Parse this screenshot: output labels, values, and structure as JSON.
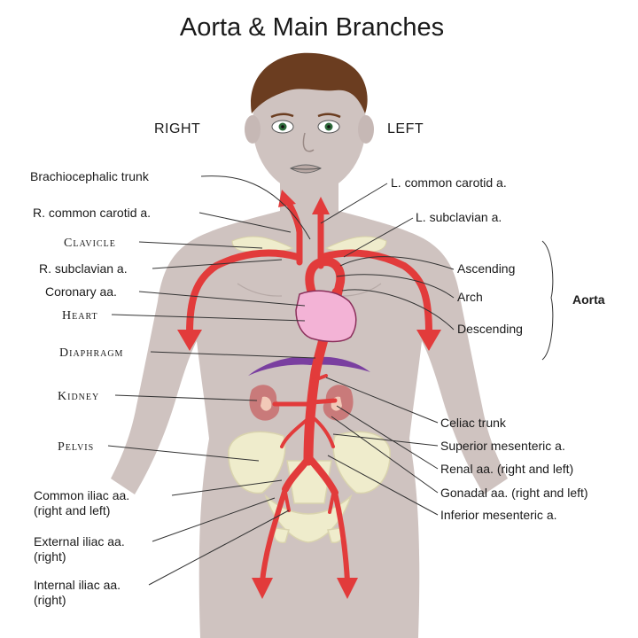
{
  "title": "Aorta & Main Branches",
  "sides": {
    "right": "RIGHT",
    "left": "LEFT"
  },
  "labels_left": {
    "brachiocephalic": "Brachiocephalic  trunk",
    "r_common_carotid": "R. common carotid a.",
    "clavicle": "Clavicle",
    "r_subclavian": "R. subclavian a.",
    "coronary": "Coronary aa.",
    "heart": "Heart",
    "diaphragm": "Diaphragm",
    "kidney": "Kidney",
    "pelvis": "Pelvis",
    "common_iliac_1": "Common iliac aa.",
    "common_iliac_2": "(right and left)",
    "external_iliac_1": "External iliac aa.",
    "external_iliac_2": "(right)",
    "internal_iliac_1": "Internal iliac aa.",
    "internal_iliac_2": "(right)"
  },
  "labels_right": {
    "l_common_carotid": "L. common carotid a.",
    "l_subclavian": "L. subclavian a.",
    "ascending": "Ascending",
    "arch": "Arch",
    "descending": "Descending",
    "aorta": "Aorta",
    "celiac": "Celiac trunk",
    "superior_mesenteric": "Superior mesenteric a.",
    "renal": "Renal aa. (right and left)",
    "gonadal": "Gonadal aa. (right and left)",
    "inferior_mesenteric": "Inferior mesenteric a."
  },
  "colors": {
    "skin": "#cfc3c0",
    "hair": "#6b3d20",
    "artery": "#e23b3b",
    "heart": "#f3b3d6",
    "diaphragm": "#7a3fa0",
    "kidney": "#c97a7a",
    "bone": "#efeccc",
    "text": "#1a1a1a"
  }
}
